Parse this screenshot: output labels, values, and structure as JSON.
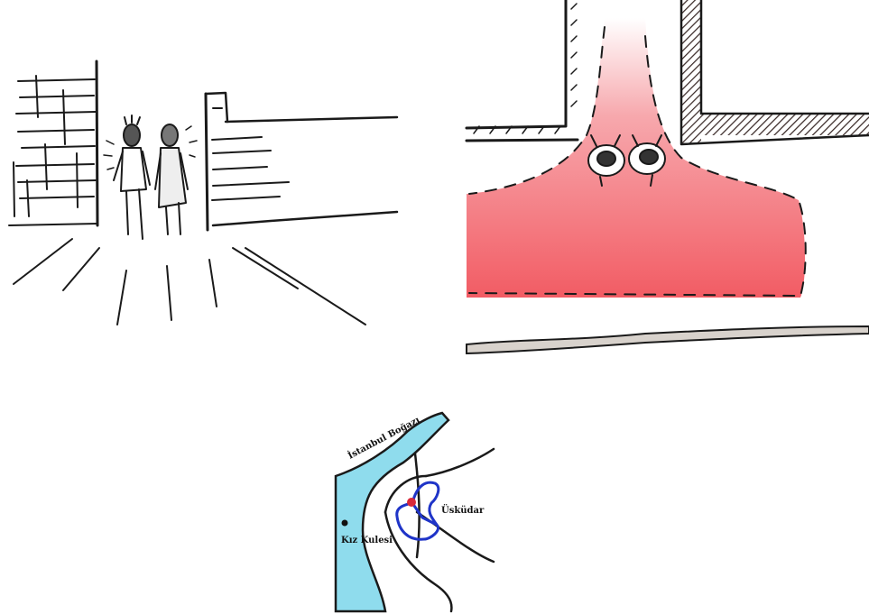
{
  "colors": {
    "ink": "#1a1a1a",
    "heat_zone": "#f25c64",
    "water": "#7fd6e6",
    "route": "#1f34c8",
    "location_dot": "#d8283a"
  },
  "map": {
    "strait_label": "İstanbul Boğazı",
    "district_label": "Üsküdar",
    "tower_label": "Kız Kulesi"
  }
}
